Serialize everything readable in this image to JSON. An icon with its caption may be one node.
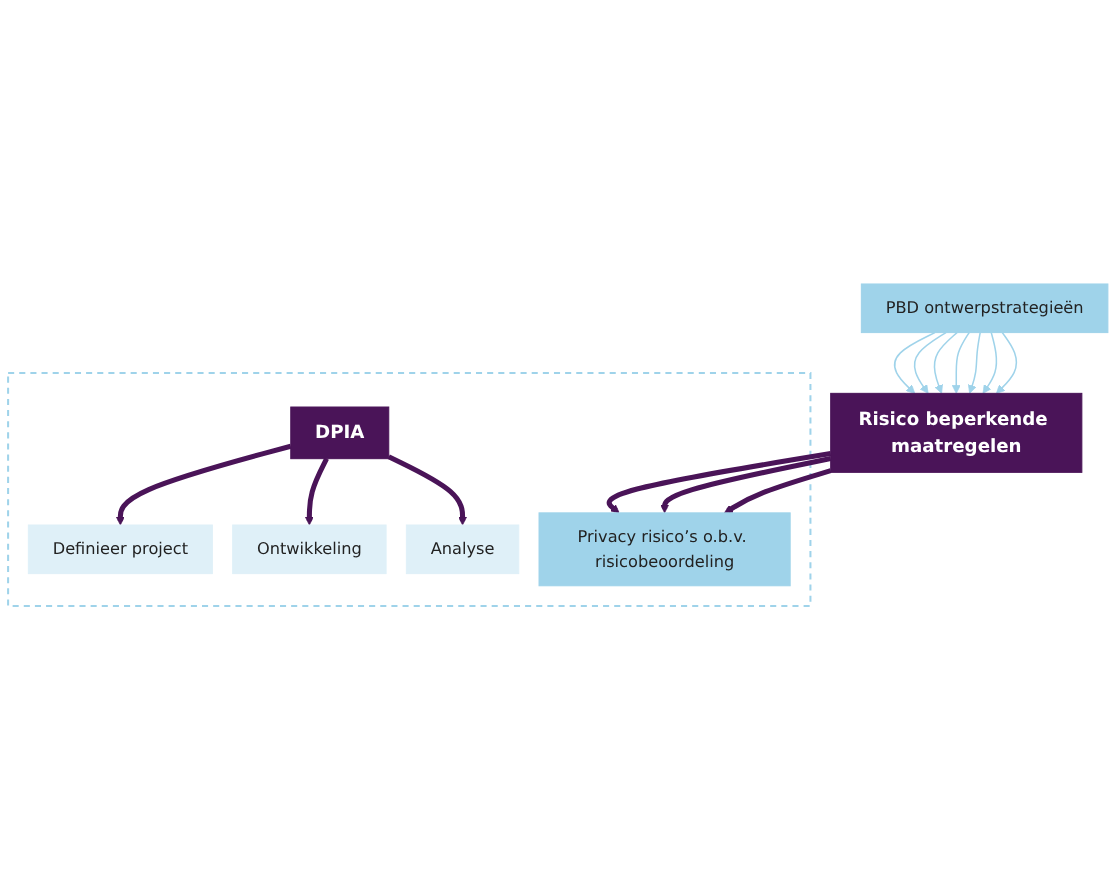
{
  "diagram": {
    "nodes": [
      {
        "text": [],
        "shape": "box"
      },
      {
        "text": [
          "DPIA"
        ],
        "in": 0
      },
      {
        "text": [
          "Definieer project"
        ],
        "in": 0
      },
      {
        "text": [
          "Ontwikkeling"
        ],
        "in": 0
      },
      {
        "text": [
          "Analyse"
        ],
        "in": 0
      },
      {
        "text": [
          "Privacy risico’s o.b.v. risicobeoordeling"
        ],
        "in": 0
      },
      {
        "text": [
          "Risico beperkende maatregelen"
        ]
      },
      {
        "text": [
          "PBD ontwerpstrategieën"
        ]
      }
    ],
    "edges": [
      {
        "from": 1,
        "to": 2,
        "arrow": "to",
        "style": "thick",
        "color": "#4a1458"
      },
      {
        "from": 1,
        "to": 3,
        "arrow": "to",
        "style": "thick",
        "color": "#4a1458"
      },
      {
        "from": 1,
        "to": 4,
        "arrow": "to",
        "style": "thick",
        "color": "#4a1458"
      },
      {
        "from": 6,
        "to": 5,
        "arrow": "to",
        "style": "thick",
        "color": "#4a1458"
      },
      {
        "from": 6,
        "to": 5,
        "arrow": "to",
        "style": "thick",
        "color": "#4a1458"
      },
      {
        "from": 6,
        "to": 5,
        "arrow": "to",
        "style": "thick",
        "color": "#4a1458"
      },
      {
        "from": 7,
        "to": 6,
        "arrow": "to"
      },
      {
        "from": 7,
        "to": 6,
        "arrow": "to"
      },
      {
        "from": 7,
        "to": 6,
        "arrow": "to"
      },
      {
        "from": 7,
        "to": 6,
        "arrow": "to"
      },
      {
        "from": 7,
        "to": 6,
        "arrow": "to"
      },
      {
        "from": 7,
        "to": 6,
        "arrow": "to"
      },
      {
        "from": 7,
        "to": 6,
        "arrow": "to"
      }
    ]
  }
}
